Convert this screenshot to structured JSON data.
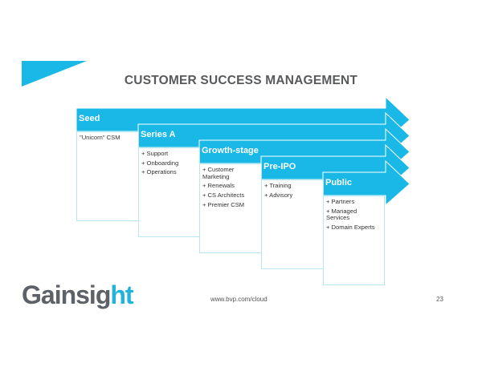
{
  "title": "CUSTOMER SUCCESS MANAGEMENT",
  "accent_color": "#1ab8e6",
  "stages": [
    {
      "label": "Seed",
      "items": [
        "\"Unicorn\" CSM"
      ]
    },
    {
      "label": "Series A",
      "items": [
        "+ Support",
        "+ Onboarding",
        "+ Operations"
      ]
    },
    {
      "label": "Growth-stage",
      "items": [
        "+ Customer Marketing",
        "+ Renewals",
        "+ CS Architects",
        "+ Premier CSM"
      ]
    },
    {
      "label": "Pre-IPO",
      "items": [
        "+ Training",
        "+ Advisory"
      ]
    },
    {
      "label": "Public",
      "items": [
        "+ Partners",
        "+ Managed Services",
        "+ Domain Experts"
      ]
    }
  ],
  "footer": {
    "logo_main": "Gainsig",
    "logo_accent": "ht",
    "url": "www.bvp.com/cloud",
    "page_number": "23"
  }
}
